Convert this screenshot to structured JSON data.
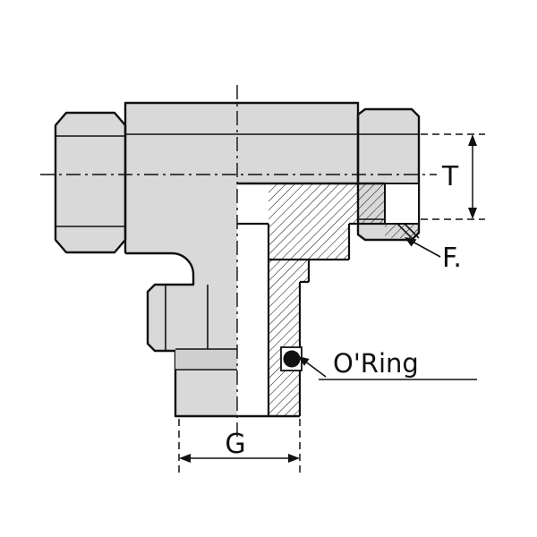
{
  "figure": {
    "type": "technical-drawing",
    "subject": "tee-fitting-half-section",
    "background": "#ffffff",
    "labels": {
      "t_dim": "T",
      "f_label": "F.",
      "oring_label": "O'Ring",
      "g_dim": "G"
    },
    "colors": {
      "line": "#111111",
      "metal_fill": "#d9d9d9",
      "groove_fill": "#cfcfcf",
      "oring_fill": "#111111"
    }
  }
}
